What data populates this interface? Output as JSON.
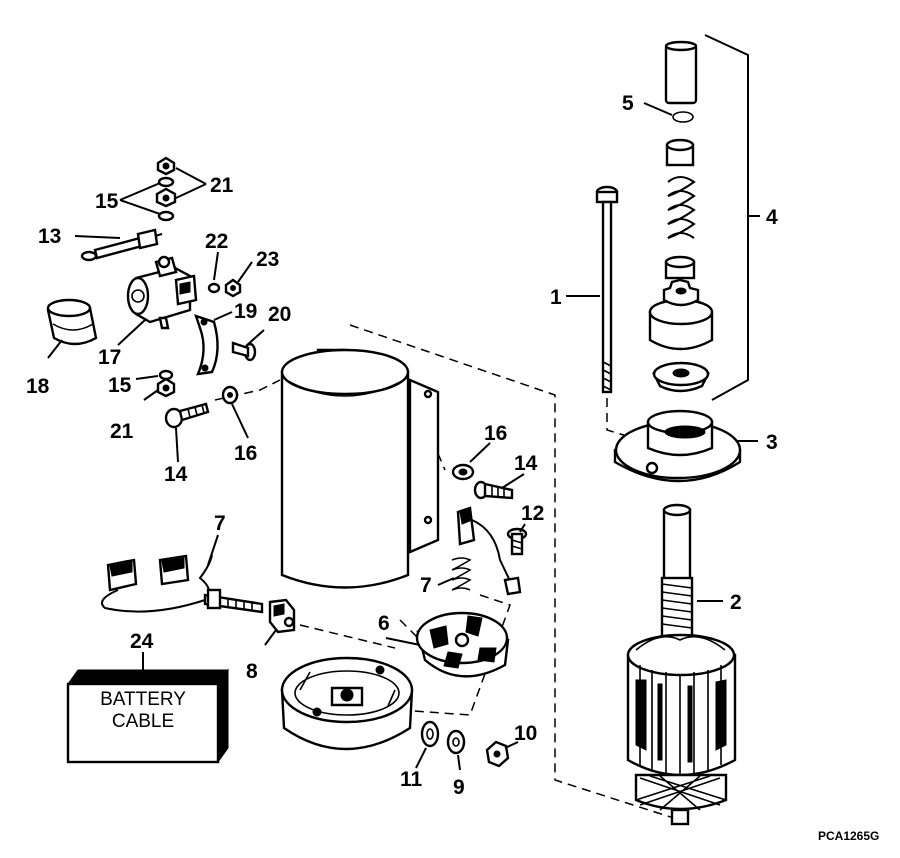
{
  "callouts": {
    "c1": "1",
    "c2": "2",
    "c3": "3",
    "c4": "4",
    "c5": "5",
    "c6": "6",
    "c7a": "7",
    "c7b": "7",
    "c8": "8",
    "c9": "9",
    "c10": "10",
    "c11": "11",
    "c12": "12",
    "c13": "13",
    "c14a": "14",
    "c14b": "14",
    "c15a": "15",
    "c15b": "15",
    "c16a": "16",
    "c16b": "16",
    "c17": "17",
    "c18": "18",
    "c19": "19",
    "c20": "20",
    "c21a": "21",
    "c21b": "21",
    "c22": "22",
    "c23": "23",
    "c24": "24"
  },
  "battery_cable_label": {
    "line1": "BATTERY",
    "line2": "CABLE"
  },
  "figure_code": "PCA1265G"
}
